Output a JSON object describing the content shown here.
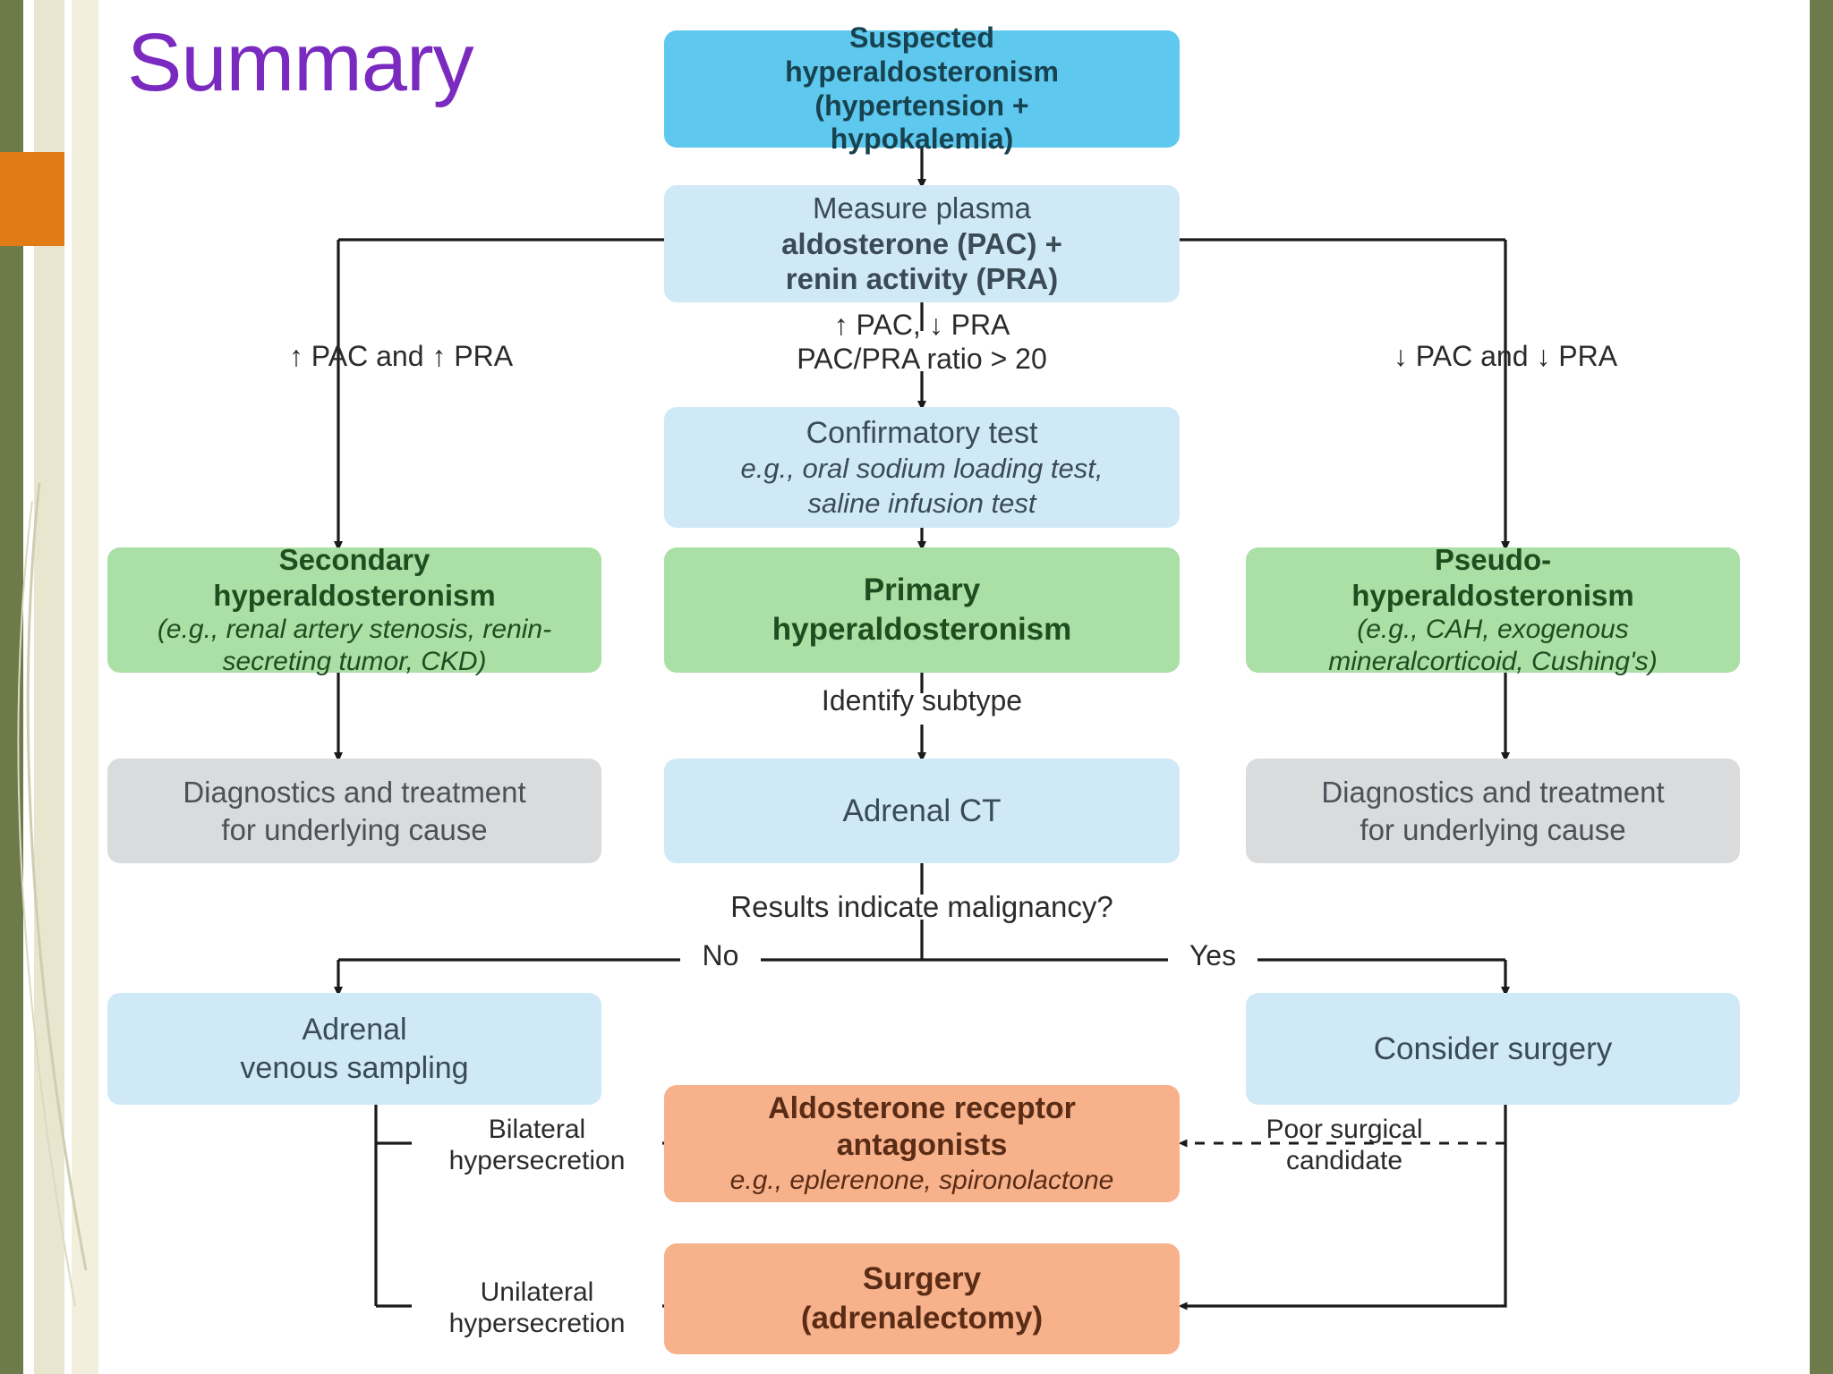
{
  "slide": {
    "title": "Summary",
    "title_color": "#7b2ac0",
    "background": "#ffffff",
    "accent_tab_color": "#e07b16",
    "border_color": "#6d7a4a"
  },
  "palette": {
    "blue_dark": "#5ec8ee",
    "blue_light": "#cfe9f6",
    "green": "#aadfa5",
    "gray": "#d9dbdd",
    "orange": "#f7b28b",
    "line": "#1a1a1a"
  },
  "chart_data": {
    "type": "diagram",
    "diagram_kind": "clinical-decision-flowchart",
    "title": "Summary",
    "subject": "Diagnostic workup of suspected hyperaldosteronism",
    "nodes": [
      {
        "id": "suspected",
        "color": "blue_dark",
        "lines": [
          "Suspected",
          "hyperaldosteronism",
          "(hypertension +",
          "hypokalemia)"
        ],
        "style": [
          "bold",
          "bold",
          "bold",
          "bold"
        ]
      },
      {
        "id": "measure",
        "color": "blue_light",
        "lines": [
          "Measure plasma",
          "aldosterone (PAC) +",
          "renin activity (PRA)"
        ],
        "style": [
          "normal",
          "mixed",
          "mixed"
        ]
      },
      {
        "id": "confirmatory",
        "color": "blue_light",
        "lines": [
          "Confirmatory test",
          "e.g., oral sodium loading test,",
          "saline infusion test"
        ],
        "style": [
          "normal",
          "italic",
          "italic"
        ]
      },
      {
        "id": "secondary",
        "color": "green",
        "lines": [
          "Secondary",
          "hyperaldosteronism",
          "(e.g., renal artery stenosis, renin-",
          "secreting tumor, CKD)"
        ],
        "style": [
          "bold",
          "bold",
          "italic",
          "italic"
        ]
      },
      {
        "id": "primary",
        "color": "green",
        "lines": [
          "Primary",
          "hyperaldosteronism"
        ],
        "style": [
          "bold",
          "bold"
        ]
      },
      {
        "id": "pseudo",
        "color": "green",
        "lines": [
          "Pseudo-",
          "hyperaldosteronism",
          "(e.g., CAH, exogenous",
          "mineralcorticoid, Cushing's)"
        ],
        "style": [
          "bold",
          "bold",
          "italic",
          "italic"
        ]
      },
      {
        "id": "dx-left",
        "color": "gray",
        "lines": [
          "Diagnostics and treatment",
          "for underlying cause"
        ],
        "style": [
          "normal",
          "normal"
        ]
      },
      {
        "id": "adrenal-ct",
        "color": "blue_light",
        "lines": [
          "Adrenal CT"
        ],
        "style": [
          "normal"
        ]
      },
      {
        "id": "dx-right",
        "color": "gray",
        "lines": [
          "Diagnostics and treatment",
          "for underlying cause"
        ],
        "style": [
          "normal",
          "normal"
        ]
      },
      {
        "id": "avs",
        "color": "blue_light",
        "lines": [
          "Adrenal",
          "venous sampling"
        ],
        "style": [
          "normal",
          "normal"
        ]
      },
      {
        "id": "consider-surgery",
        "color": "blue_light",
        "lines": [
          "Consider surgery"
        ],
        "style": [
          "normal"
        ]
      },
      {
        "id": "antagonists",
        "color": "orange",
        "lines": [
          "Aldosterone receptor",
          "antagonists",
          "e.g., eplerenone, spironolactone"
        ],
        "style": [
          "bold",
          "bold",
          "italic"
        ]
      },
      {
        "id": "surgery",
        "color": "orange",
        "lines": [
          "Surgery",
          "(adrenalectomy)"
        ],
        "style": [
          "bold",
          "bold"
        ]
      }
    ],
    "edge_labels": [
      {
        "id": "left-branch",
        "text_lines": [
          "↑ PAC and ↑ PRA"
        ]
      },
      {
        "id": "mid-branch",
        "text_lines": [
          "↑ PAC, ↓ PRA",
          "PAC/PRA ratio > 20"
        ]
      },
      {
        "id": "right-branch",
        "text_lines": [
          "↓ PAC and ↓ PRA"
        ]
      },
      {
        "id": "identify",
        "text_lines": [
          "Identify subtype"
        ]
      },
      {
        "id": "malignancy",
        "text_lines": [
          "Results indicate malignancy?"
        ]
      },
      {
        "id": "no",
        "text_lines": [
          "No"
        ]
      },
      {
        "id": "yes",
        "text_lines": [
          "Yes"
        ]
      },
      {
        "id": "bilateral",
        "text_lines": [
          "Bilateral",
          "hypersecretion"
        ]
      },
      {
        "id": "unilateral",
        "text_lines": [
          "Unilateral",
          "hypersecretion"
        ]
      },
      {
        "id": "poor",
        "text_lines": [
          "Poor surgical",
          "candidate"
        ]
      }
    ]
  }
}
